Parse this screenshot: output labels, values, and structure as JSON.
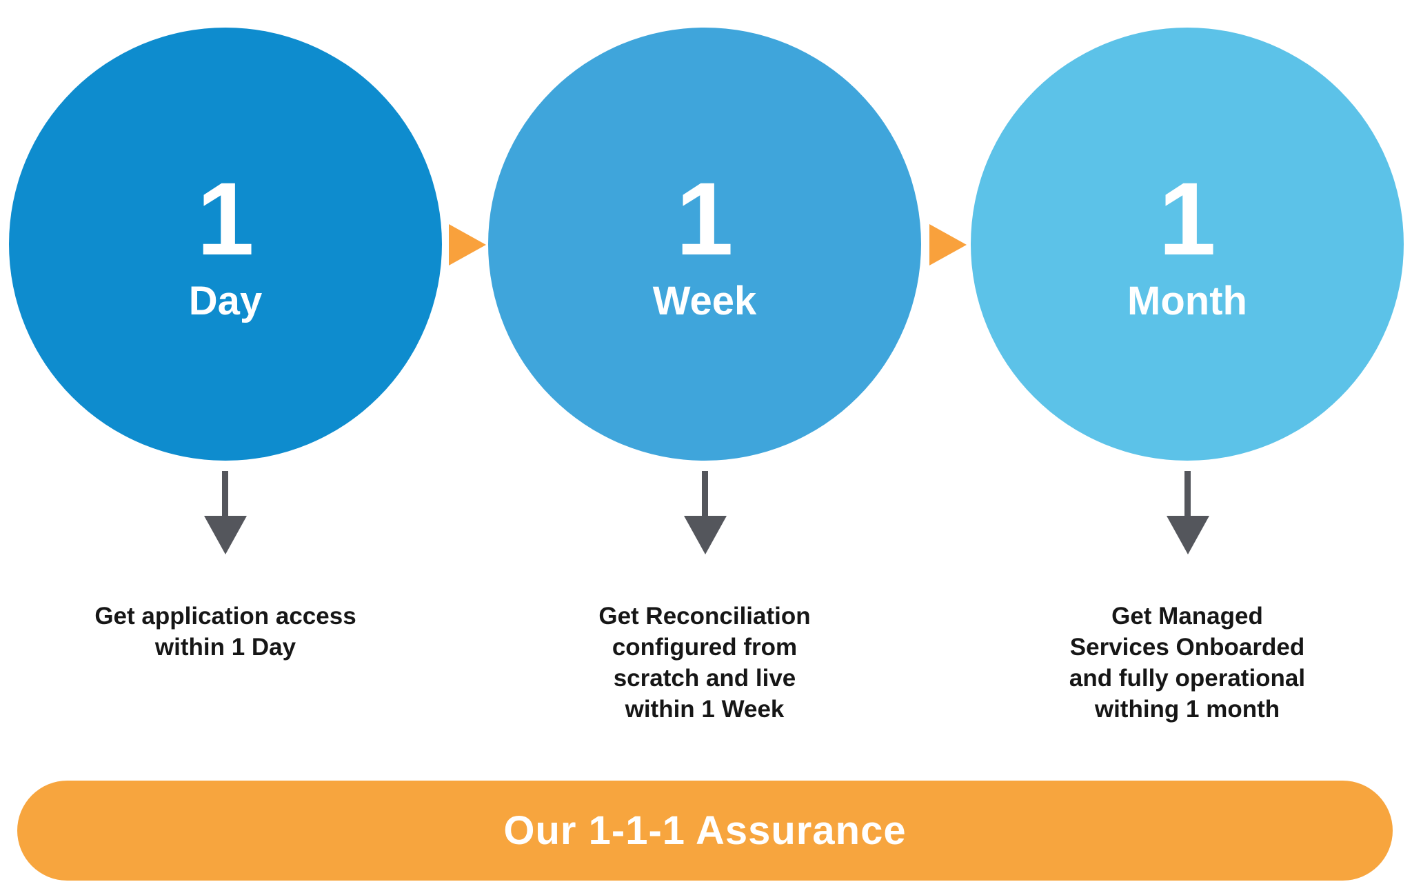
{
  "steps": [
    {
      "number": "1",
      "unit": "Day",
      "description": "Get application access\nwithin 1 Day",
      "circle_color": "#0E8CCE"
    },
    {
      "number": "1",
      "unit": "Week",
      "description": "Get Reconciliation\nconfigured from\nscratch and live\nwithin 1 Week",
      "circle_color": "#3FA5DB"
    },
    {
      "number": "1",
      "unit": "Month",
      "description": "Get Managed\nServices Onboarded\nand fully operational\nwithing 1 month",
      "circle_color": "#5CC2E8"
    }
  ],
  "banner": {
    "label": "Our 1-1-1 Assurance",
    "color": "#F7A53E"
  },
  "colors": {
    "connector_orange": "#F9A13C",
    "down_arrow_gray": "#54565C",
    "description_text": "#161616",
    "background": "#FFFFFF"
  }
}
